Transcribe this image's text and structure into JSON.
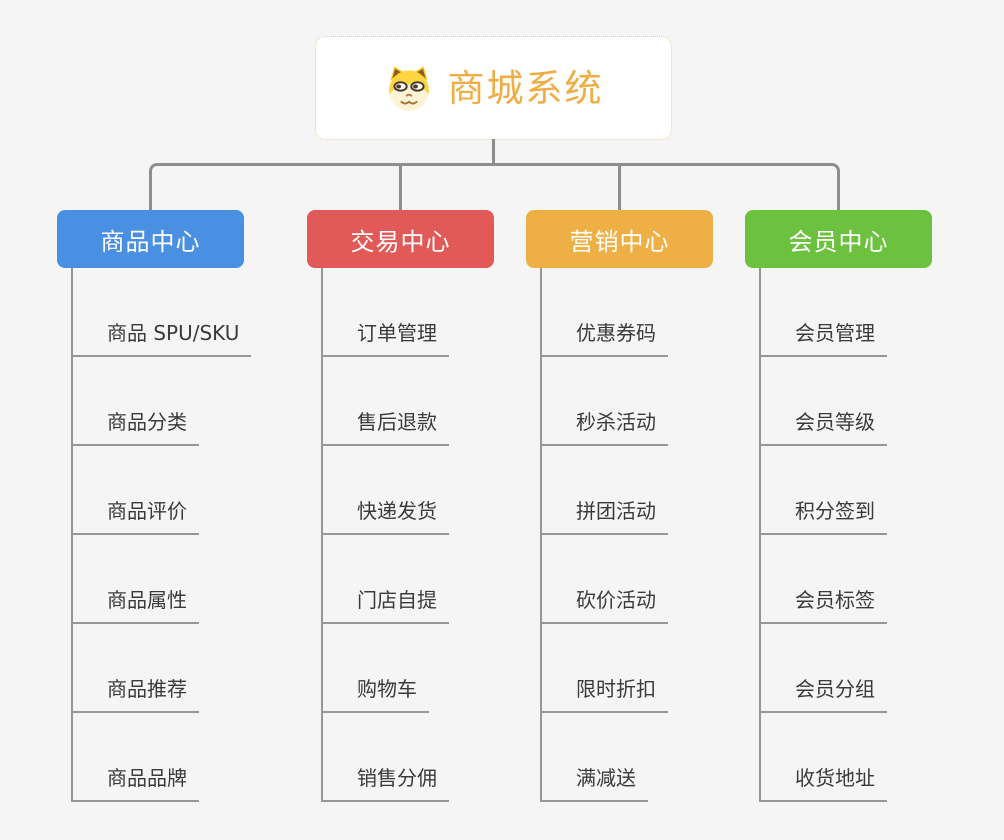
{
  "root": {
    "title": "商城系统",
    "icon": "dog-icon",
    "text_color": "#efad43",
    "border_color": "#f3c87e"
  },
  "colors": {
    "background": "#f5f5f6",
    "connector": "#8e8e8e",
    "leaf_line": "#979797",
    "leaf_text": "#3a3a3a"
  },
  "branches": [
    {
      "label": "商品中心",
      "color": "#4a90e2",
      "items": [
        "商品 SPU/SKU",
        "商品分类",
        "商品评价",
        "商品属性",
        "商品推荐",
        "商品品牌"
      ]
    },
    {
      "label": "交易中心",
      "color": "#e25a58",
      "items": [
        "订单管理",
        "售后退款",
        "快递发货",
        "门店自提",
        "购物车",
        "销售分佣"
      ]
    },
    {
      "label": "营销中心",
      "color": "#eeb044",
      "items": [
        "优惠券码",
        "秒杀活动",
        "拼团活动",
        "砍价活动",
        "限时折扣",
        "满减送"
      ]
    },
    {
      "label": "会员中心",
      "color": "#6cc13e",
      "items": [
        "会员管理",
        "会员等级",
        "积分签到",
        "会员标签",
        "会员分组",
        "收货地址"
      ]
    }
  ]
}
